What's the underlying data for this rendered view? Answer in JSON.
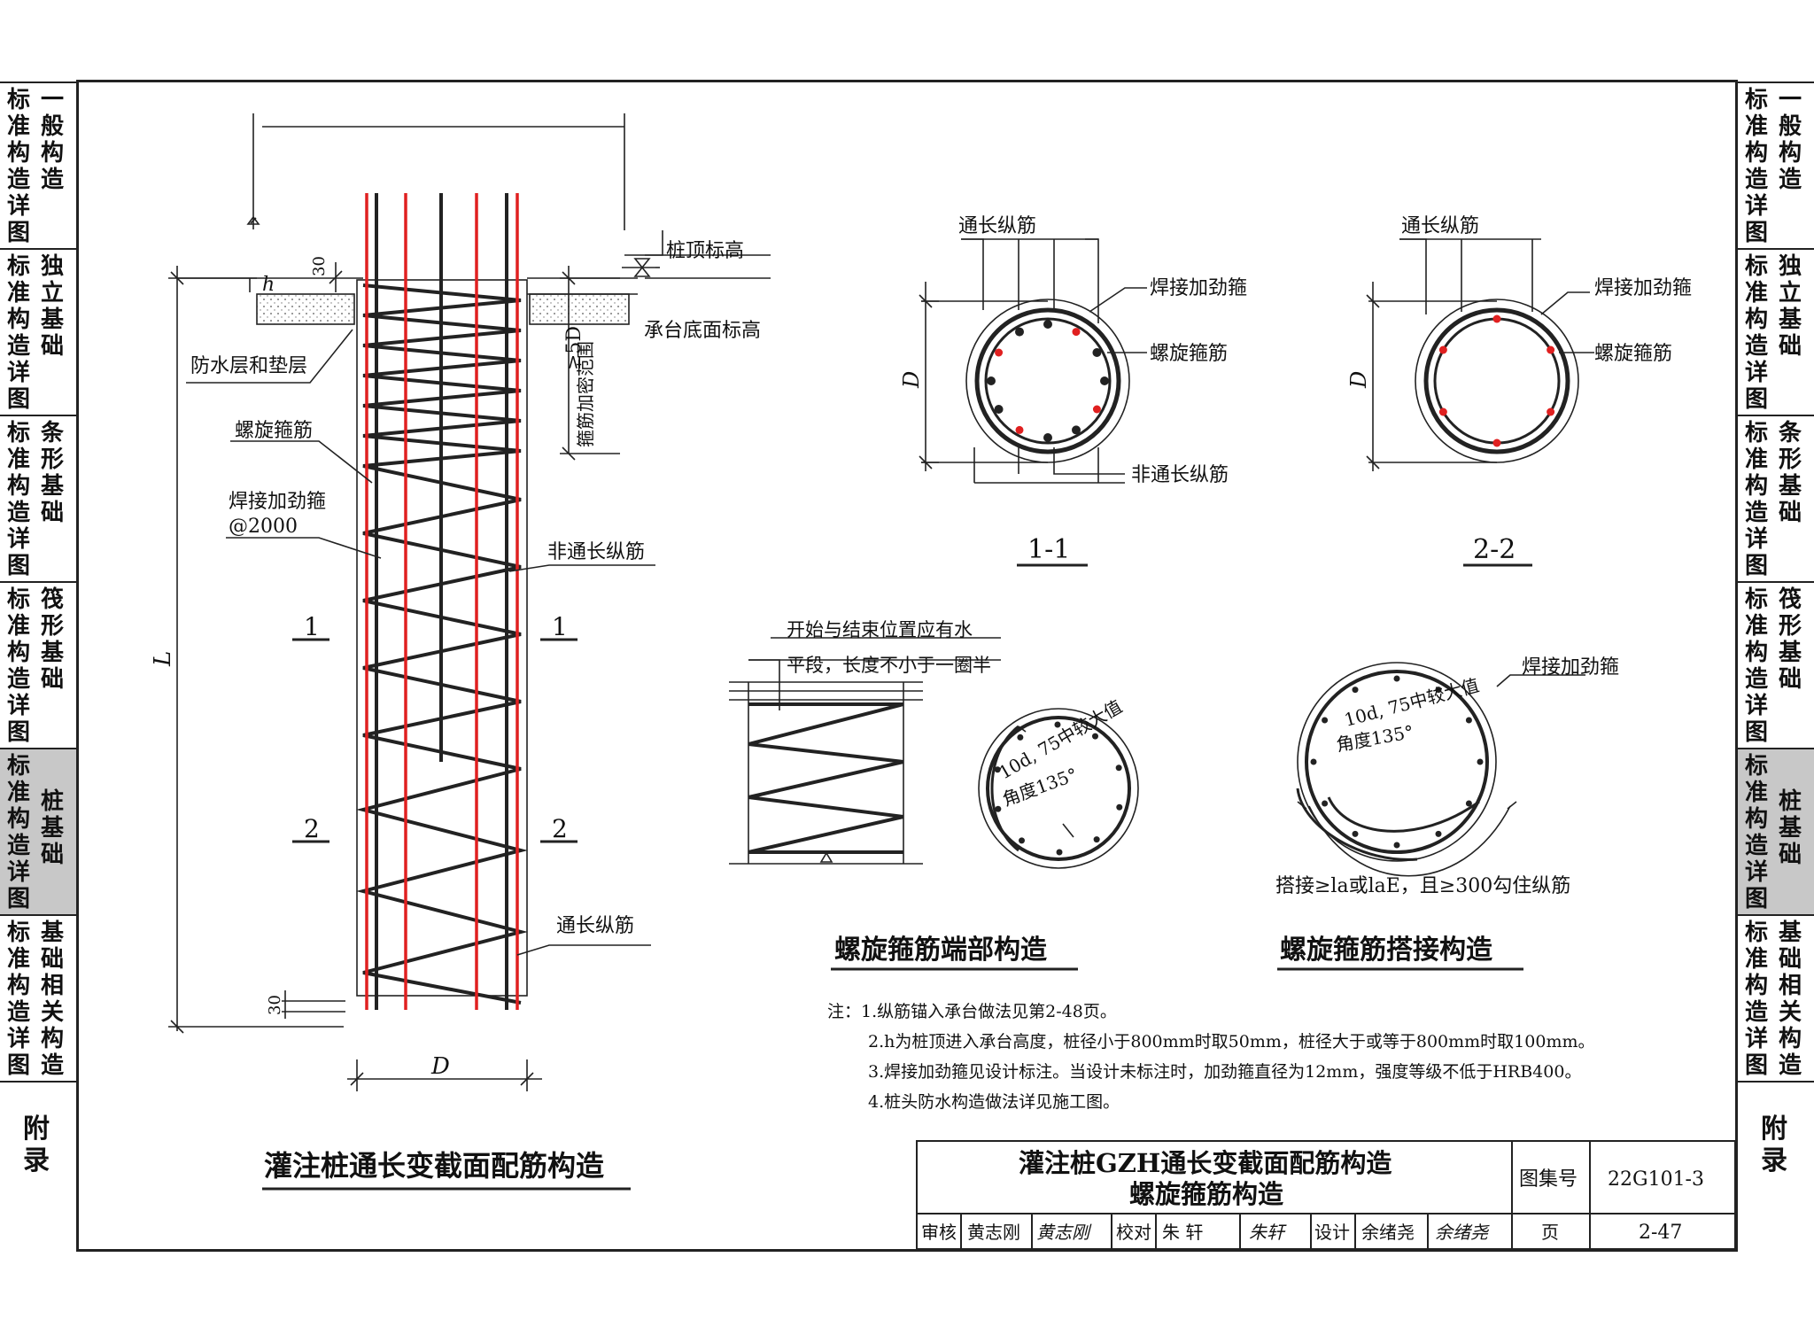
{
  "side_tabs": [
    {
      "left": "标准构造详图",
      "right": "一般构造"
    },
    {
      "left": "标准构造详图",
      "right": "独立基础"
    },
    {
      "left": "标准构造详图",
      "right": "条形基础"
    },
    {
      "left": "标准构造详图",
      "right": "筏形基础"
    },
    {
      "left": "标准构造详图",
      "right": "桩基础"
    },
    {
      "left": "标准构造详图",
      "right": "基础相关构造"
    },
    {
      "left": "附录",
      "right": ""
    }
  ],
  "active_tab": 4,
  "main": {
    "pile_top_elev": "桩顶标高",
    "cap_bottom_elev": "承台底面标高",
    "waterproof_layer": "防水层和垫层",
    "spiral_stirrup": "螺旋箍筋",
    "weld_hoop": "焊接加劲箍",
    "weld_hoop_spacing": "@2000",
    "non_full_bar": "非通长纵筋",
    "full_bar": "通长纵筋",
    "dense_range": "箍筋加密范围",
    "ge5d": "≥5D",
    "dim_h": "h",
    "dim_30": "30",
    "dim_L": "L",
    "dim_D": "D",
    "sec1": "1",
    "sec2": "2",
    "sec11": "1-1",
    "sec22": "2-2",
    "end_note_1": "开始与结束位置应有水",
    "end_note_2": "平段，长度不小于一圈半",
    "hook_1": "10d, 75中较大值",
    "hook_2": "角度135°",
    "lap_note": "搭接≥la或laE，且≥300勾住纵筋",
    "title_end": "螺旋箍筋端部构造",
    "title_lap": "螺旋箍筋搭接构造",
    "title_main": "灌注桩通长变截面配筋构造",
    "notes": [
      "注：1.纵筋锚入承台做法见第2-48页。",
      "2.h为桩顶进入承台高度，桩径小于800mm时取50mm，桩径大于或等于800mm时取100mm。",
      "3.焊接加劲箍见设计标注。当设计未标注时，加劲箍直径为12mm，强度等级不低于HRB400。",
      "4.桩头防水构造做法详见施工图。"
    ]
  },
  "title_block": {
    "title_1": "灌注桩GZH通长变截面配筋构造",
    "title_2": "螺旋箍筋构造",
    "atlas_label": "图集号",
    "atlas_no": "22G101-3",
    "review_label": "审核",
    "reviewer": "黄志刚",
    "reviewer_sig": "黄志刚",
    "check_label": "校对",
    "checker": "朱 轩",
    "checker_sig": "朱轩",
    "design_label": "设计",
    "designer": "余绪尧",
    "designer_sig": "余绪尧",
    "page_label": "页",
    "page_no": "2-47"
  },
  "colors": {
    "line": "#222222",
    "rebar_red": "#e02020",
    "active_tab_bg": "#c8c8c8"
  }
}
